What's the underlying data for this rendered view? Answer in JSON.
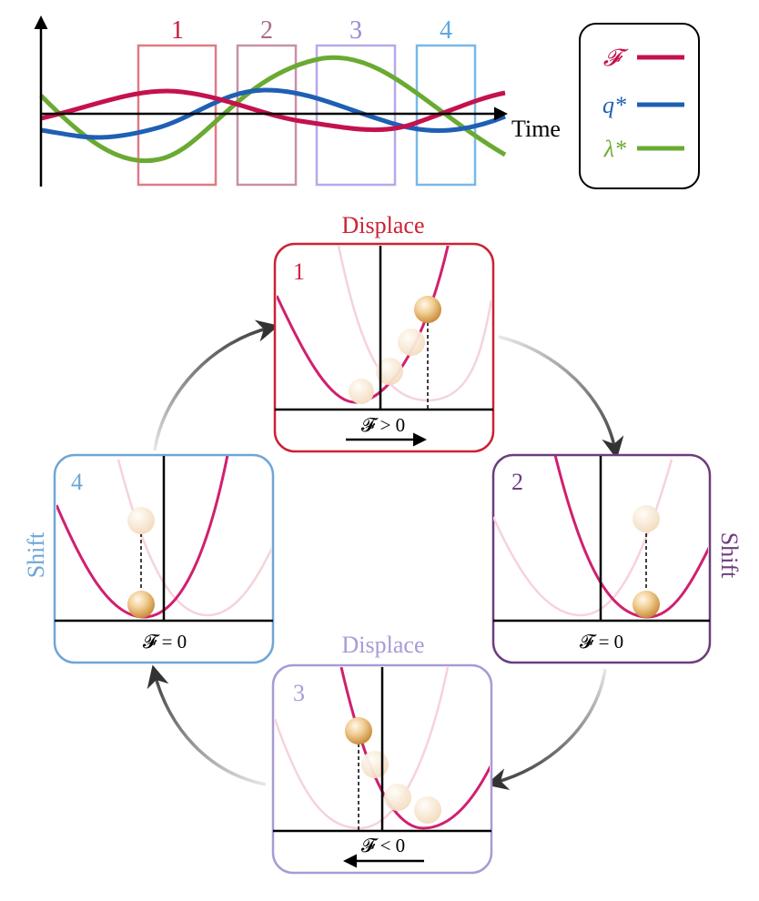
{
  "timeline": {
    "time_label": "Time",
    "window_labels": [
      "1",
      "2",
      "3",
      "4"
    ],
    "window_colors": [
      "#e07a86",
      "#c88fa8",
      "#b8a8e8",
      "#78b8e8"
    ],
    "window_text_colors": [
      "#c4183c",
      "#a86a88",
      "#9a8ad8",
      "#5fa8e0"
    ]
  },
  "legend": {
    "items": [
      {
        "label": "𝓕",
        "color": "#c4124e"
      },
      {
        "label": "q*",
        "color": "#1f5fb4"
      },
      {
        "label": "λ*",
        "color": "#6aaa32"
      }
    ]
  },
  "cycle": {
    "panels": [
      {
        "number": "1",
        "title": "Displace",
        "force": "𝓕 > 0",
        "border": "#cc2233",
        "number_color": "#cc2244"
      },
      {
        "number": "2",
        "title": "Shift",
        "force": "𝓕 = 0",
        "border": "#6e3d7e",
        "number_color": "#6e3d7e"
      },
      {
        "number": "3",
        "title": "Displace",
        "force": "𝓕 < 0",
        "border": "#a99ad6",
        "number_color": "#a99ad6"
      },
      {
        "number": "4",
        "title": "Shift",
        "force": "𝓕 = 0",
        "border": "#6fa6d6",
        "number_color": "#6fa6d6"
      }
    ]
  }
}
